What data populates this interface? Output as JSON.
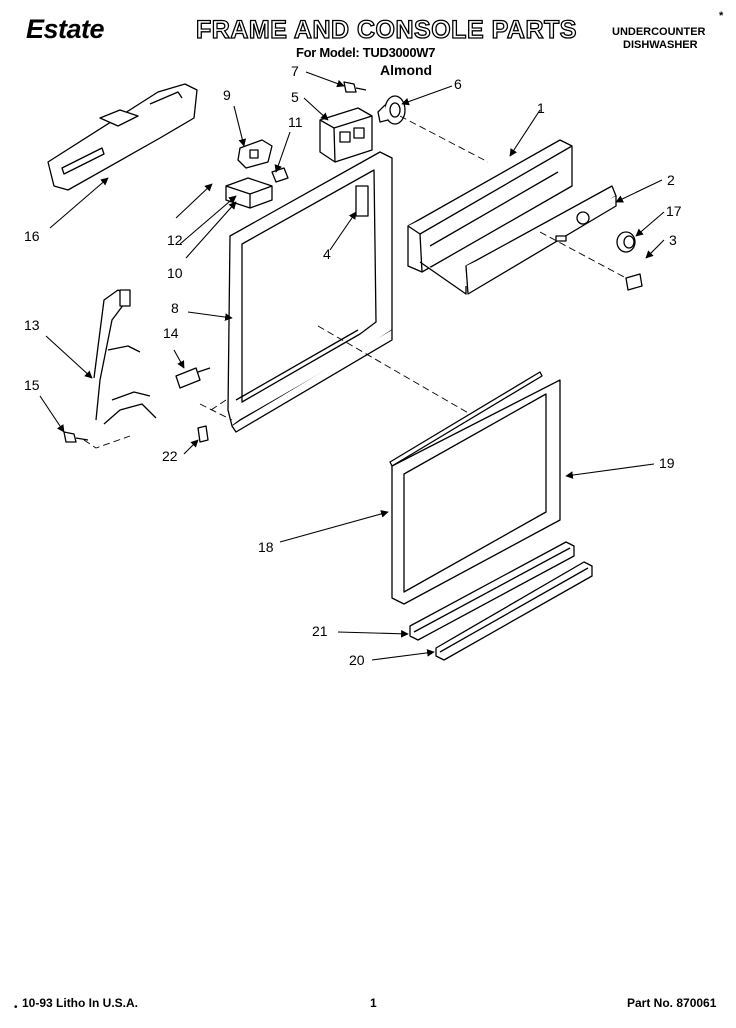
{
  "header": {
    "brand": "Estate",
    "title": "FRAME AND CONSOLE PARTS",
    "model_line": "For Model: TUD3000W7",
    "color": "Almond",
    "product_type_line1": "UNDERCOUNTER",
    "product_type_line2": "DISHWASHER",
    "corner_mark": "*"
  },
  "callouts": [
    "1",
    "2",
    "3",
    "4",
    "5",
    "6",
    "7",
    "8",
    "9",
    "10",
    "11",
    "12",
    "13",
    "14",
    "15",
    "16",
    "17",
    "18",
    "19",
    "20",
    "21",
    "22"
  ],
  "footer": {
    "litho": "10-93 Litho In U.S.A.",
    "page": "1",
    "part_no": "Part No. 870061",
    "dot": "•"
  }
}
